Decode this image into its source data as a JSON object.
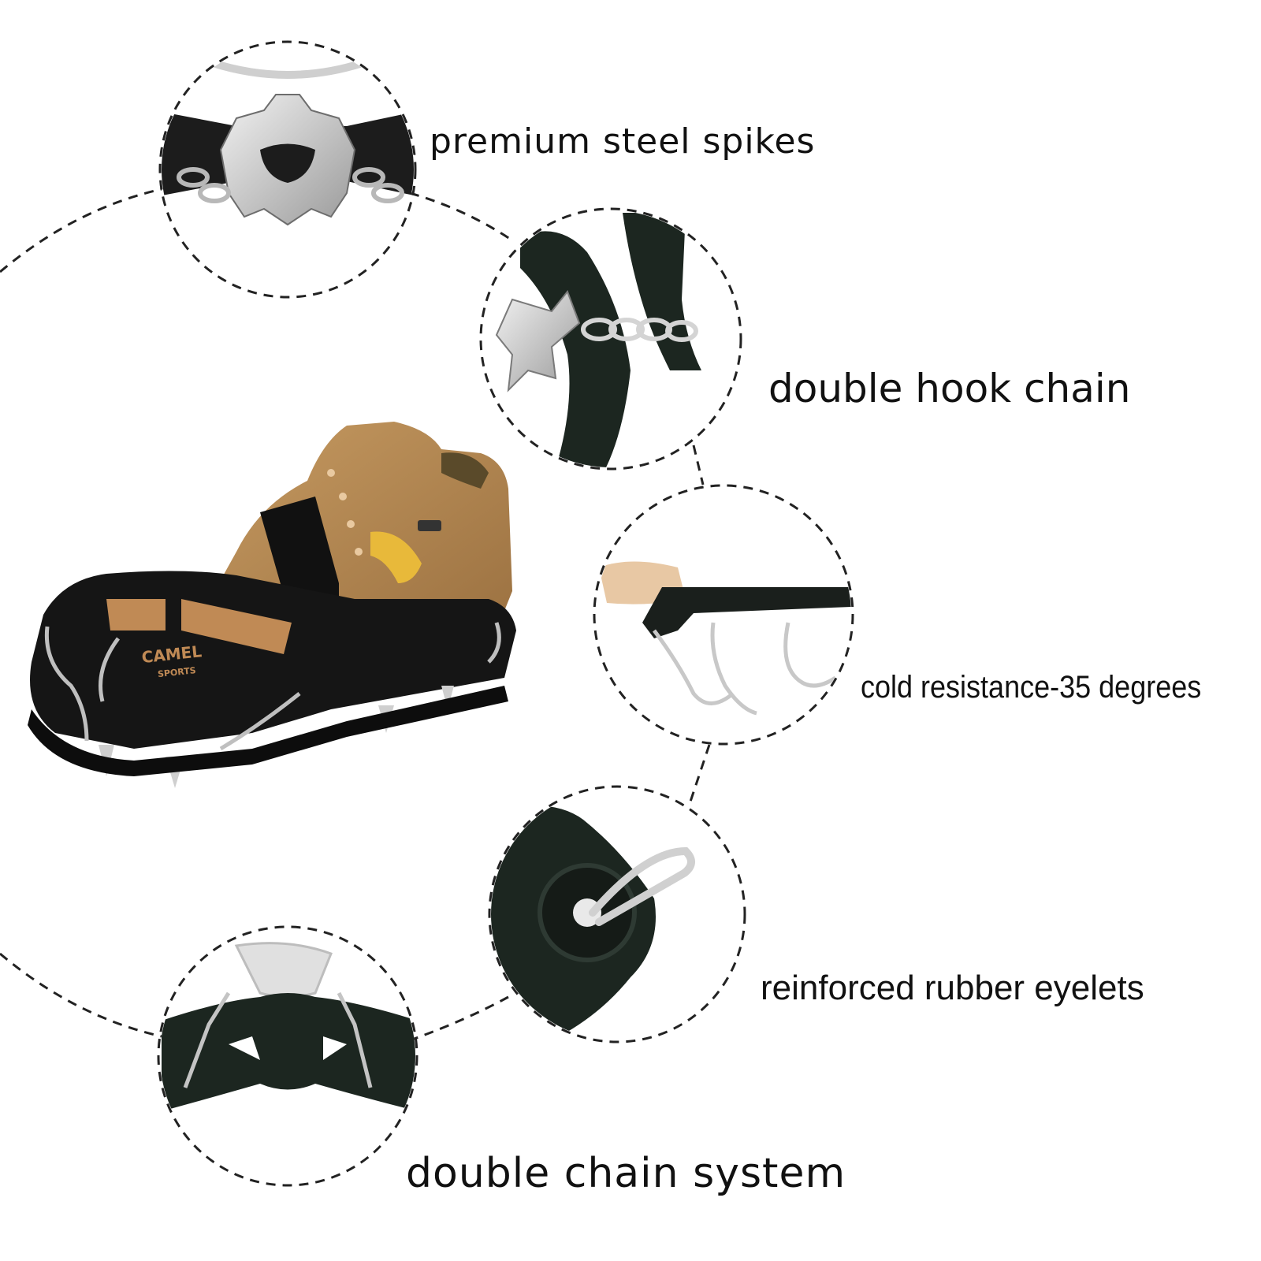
{
  "features": {
    "steel_spikes": "premium steel spikes",
    "hook_chain": "double hook chain",
    "cold_resistance": "cold resistance-35 degrees",
    "rubber_eyelets": "reinforced rubber eyelets",
    "chain_system": "double chain system"
  },
  "logo": {
    "brand": "CAMEL",
    "sub": "SPORTS"
  },
  "colors": {
    "background": "#ffffff",
    "rubber": "#1c2620",
    "boot_leather": "#b88a52",
    "steel": "#c9c9c9",
    "dash_line": "#222222"
  }
}
